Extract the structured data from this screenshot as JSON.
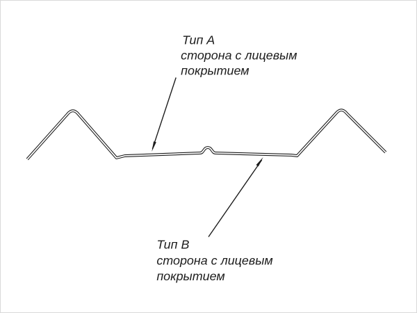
{
  "drawing": {
    "label_a": {
      "title": "Тип A",
      "desc1": "сторона с лицевым",
      "desc2": "покрытием"
    },
    "label_b": {
      "title": "Тип B",
      "desc1": "сторона с лицевым",
      "desc2": "покрытием"
    }
  },
  "colors": {
    "ink": "#1c1c1c",
    "paper": "#ffffff"
  }
}
